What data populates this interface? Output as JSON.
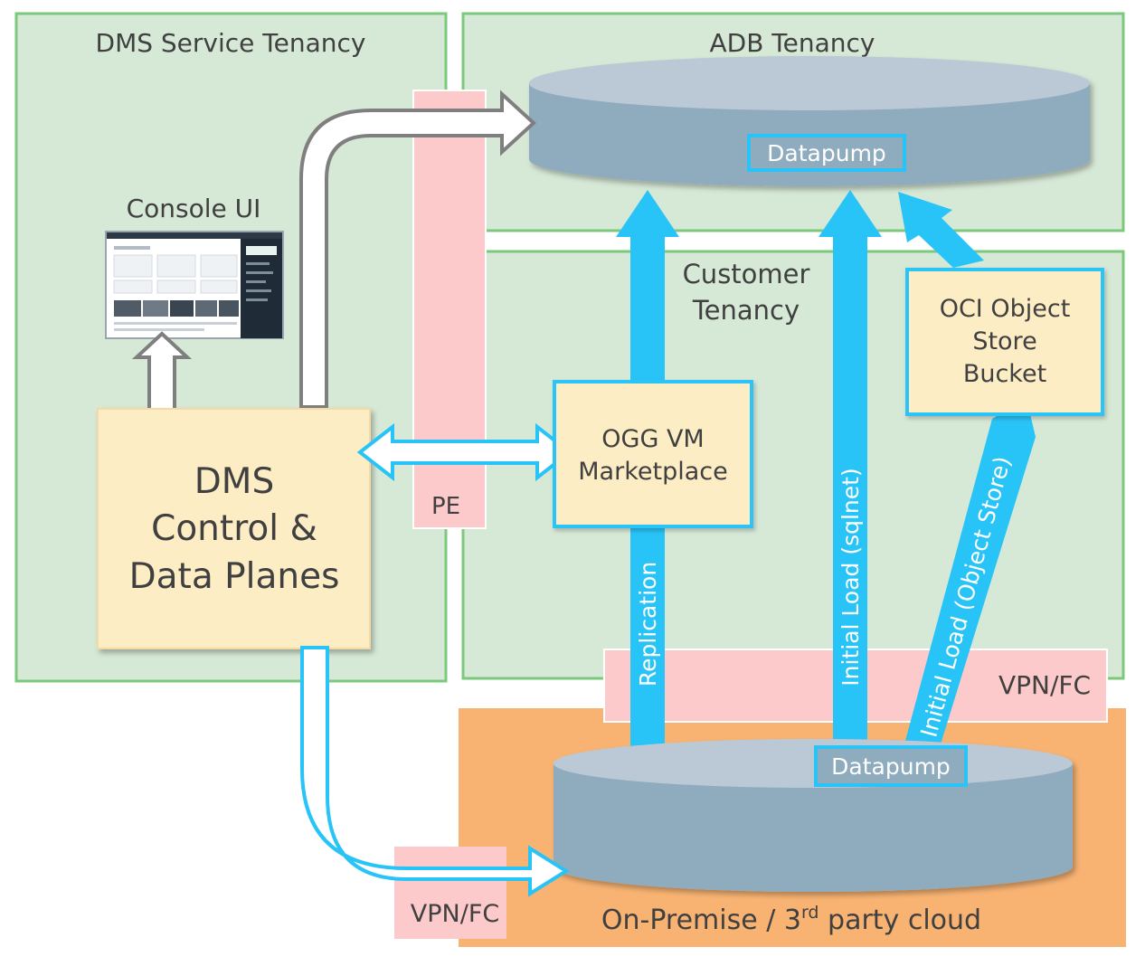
{
  "tenancies": {
    "dms_service": "DMS Service Tenancy",
    "adb": "ADB Tenancy",
    "customer_line1": "Customer",
    "customer_line2": "Tenancy",
    "on_premise_prefix": "On-Premise / 3",
    "on_premise_sup": "rd",
    "on_premise_suffix": " party cloud"
  },
  "console": {
    "label": "Console UI"
  },
  "dms_box": {
    "line1": "DMS",
    "line2": "Control &",
    "line3": "Data Planes"
  },
  "ogg_box": {
    "line1": "OGG VM",
    "line2": "Marketplace"
  },
  "oci_box": {
    "line1": "OCI Object",
    "line2": "Store",
    "line3": "Bucket"
  },
  "datapump_adb": "Datapump",
  "datapump_onprem": "Datapump",
  "network": {
    "pe": "PE",
    "vpn_fc_right": "VPN/FC",
    "vpn_fc_bottom": "VPN/FC"
  },
  "flows": {
    "replication": "Replication",
    "initial_load_sqlnet": "Initial Load (sqlnet)",
    "initial_load_object_store": "Initial Load (Object Store)"
  },
  "colors": {
    "tenancy_fill": "#d6e8d6",
    "tenancy_border": "#7cc87c",
    "on_premise_fill": "#f8b372",
    "network_fill": "#fccaca",
    "box_fill": "#fdedc4",
    "database_fill": "#8facbf",
    "flow_blue": "#29c4f7"
  }
}
